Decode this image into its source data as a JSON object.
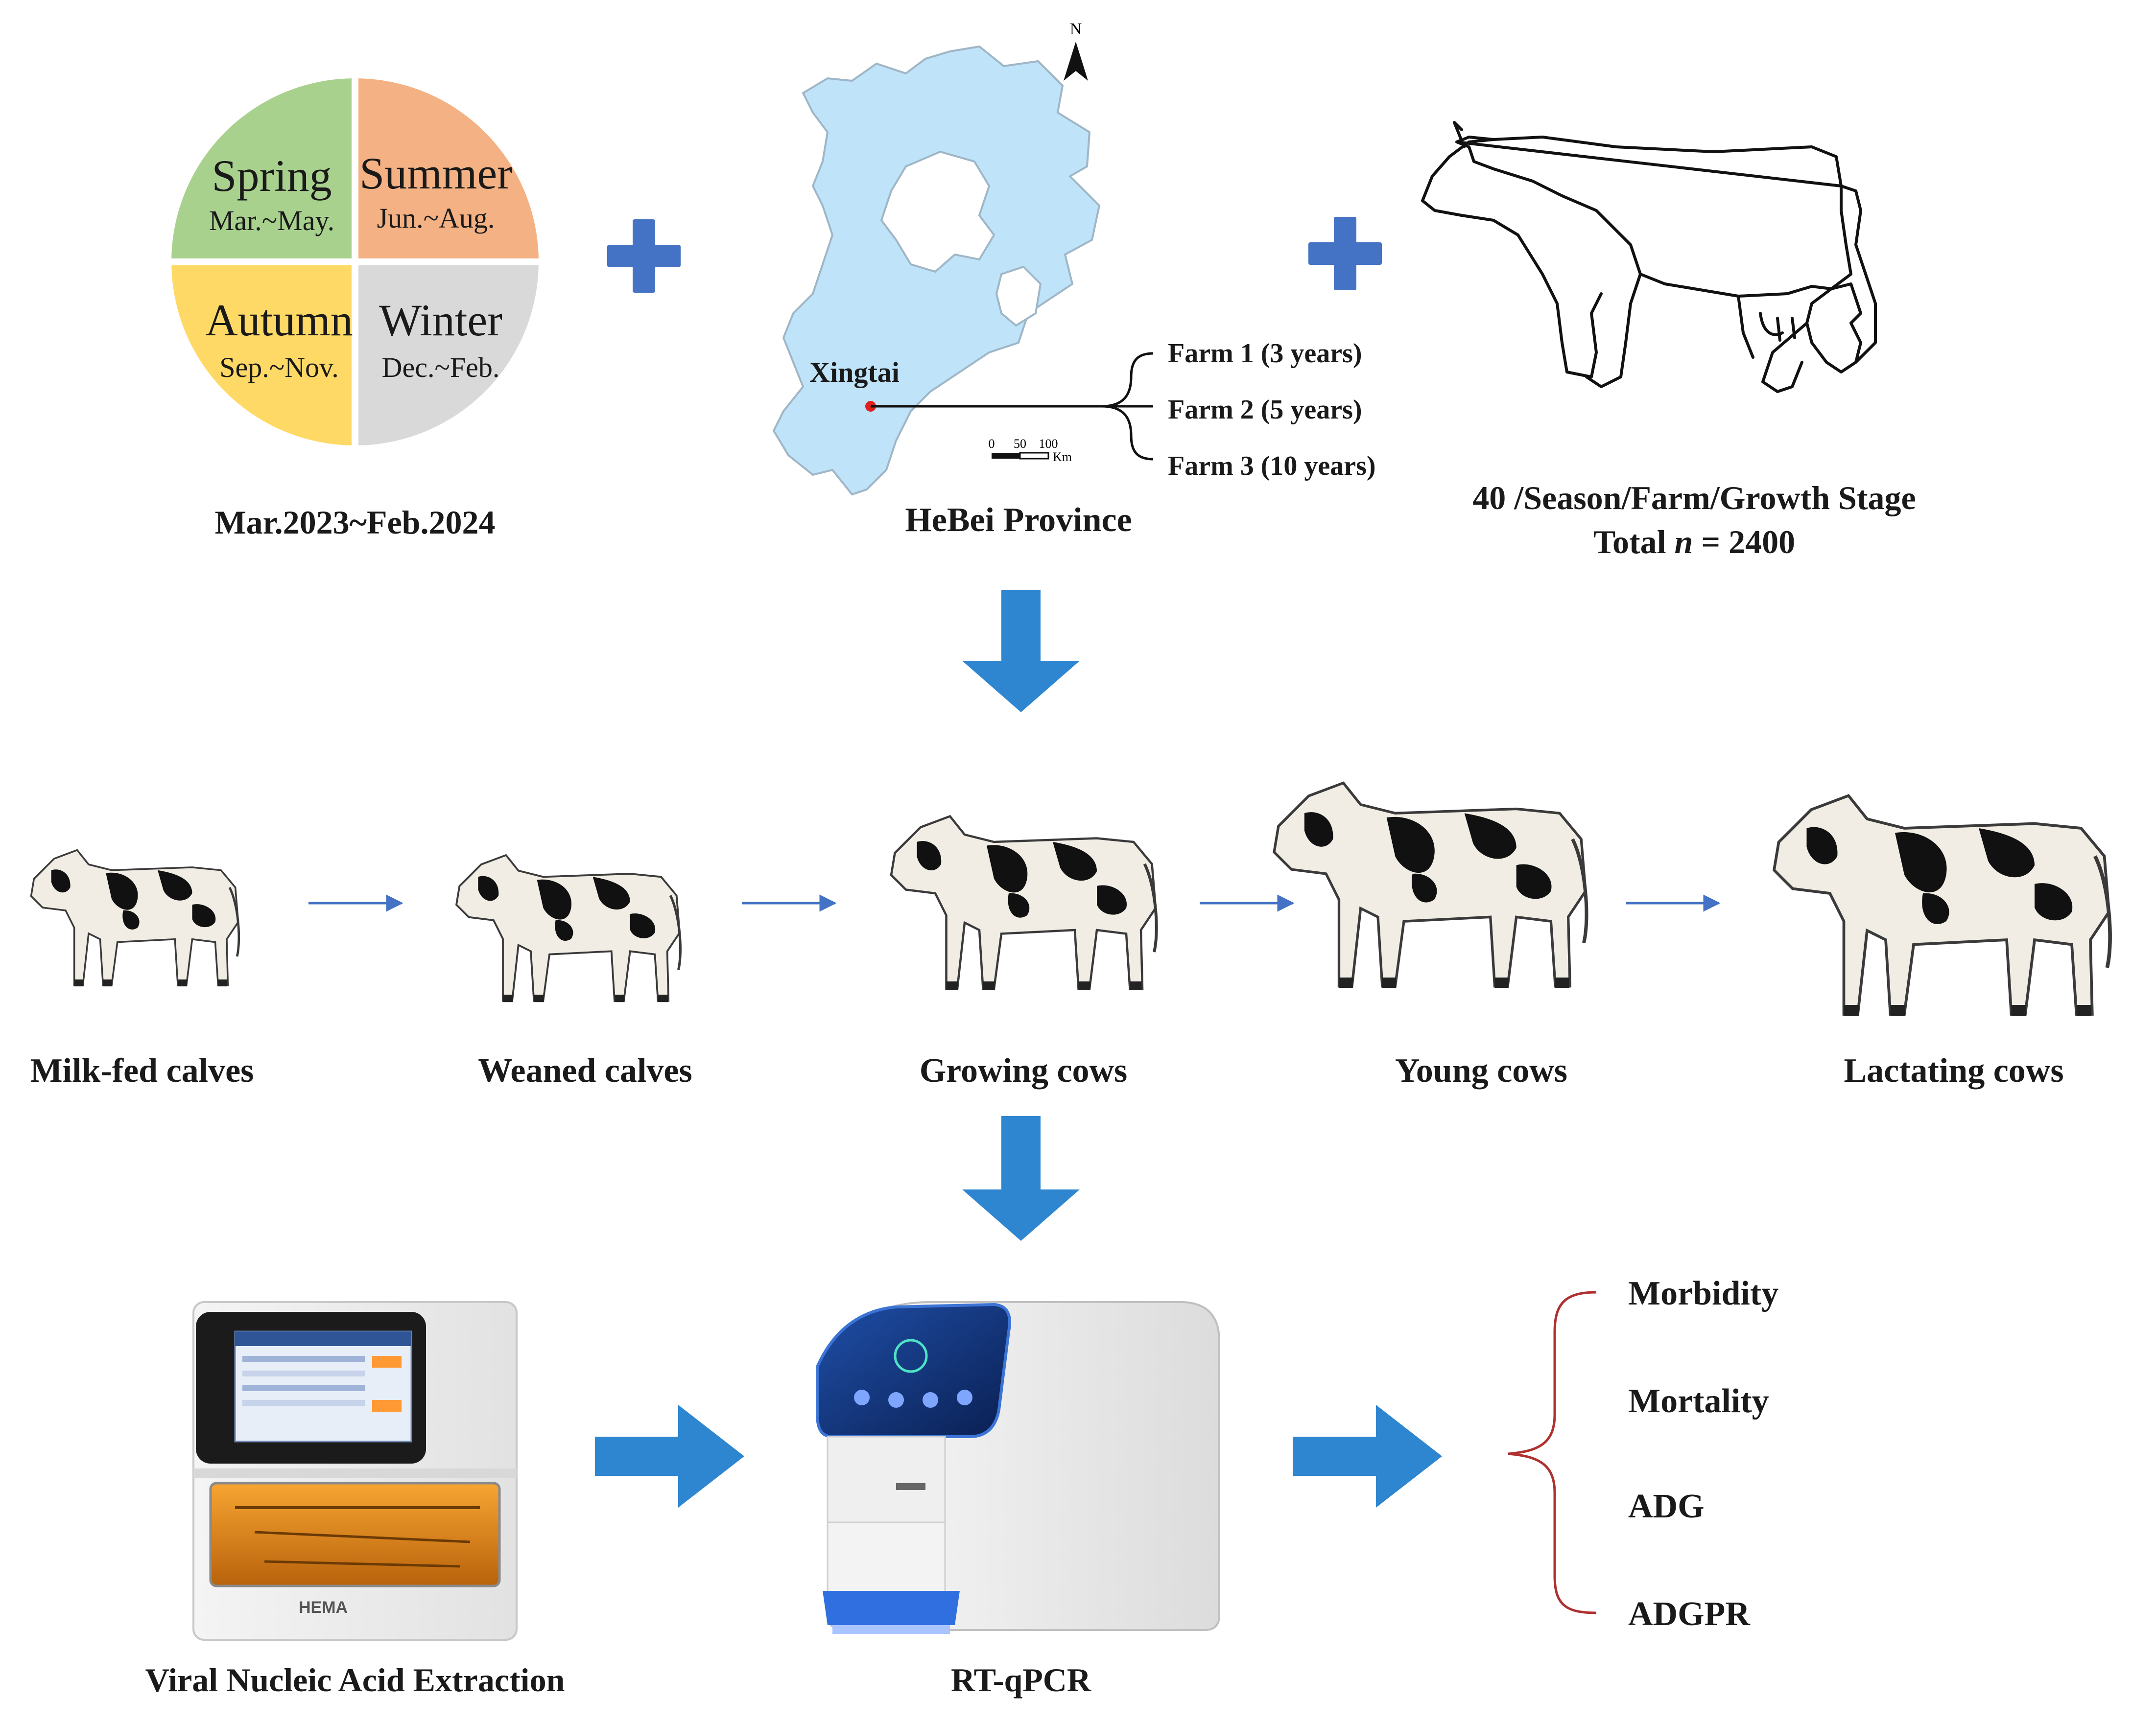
{
  "colors": {
    "spring": "#a9d18e",
    "summer": "#f4b183",
    "autumn": "#ffd966",
    "winter": "#d9d9d9",
    "plus": "#4472c4",
    "big_arrow": "#2e86d1",
    "map_fill": "#bfe3f8",
    "brace": "#b03030"
  },
  "seasons": [
    {
      "name": "Spring",
      "months": "Mar.~May."
    },
    {
      "name": "Summer",
      "months": "Jun.~Aug."
    },
    {
      "name": "Autumn",
      "months": "Sep.~Nov."
    },
    {
      "name": "Winter",
      "months": "Dec.~Feb."
    }
  ],
  "period": "Mar.2023~Feb.2024",
  "map": {
    "city": "Xingtai",
    "region": "HeBei Province",
    "north": "N",
    "scale_0": "0",
    "scale_50": "50",
    "scale_100": "100",
    "scale_unit": "Km",
    "farms": [
      "Farm 1 (3 years)",
      "Farm 2 (5 years)",
      "Farm 3 (10 years)"
    ]
  },
  "sampling": {
    "line1": "40 /Season/Farm/Growth Stage",
    "total_prefix": "Total ",
    "total_var": "n",
    "total_suffix": " = 2400"
  },
  "stages": [
    "Milk-fed calves",
    "Weaned calves",
    "Growing cows",
    "Young cows",
    "Lactating cows"
  ],
  "devices": {
    "extraction": "Viral Nucleic Acid Extraction",
    "pcr": "RT-qPCR",
    "brand": "HEMA"
  },
  "outcomes": [
    "Morbidity",
    "Mortality",
    "ADG",
    "ADGPR"
  ]
}
